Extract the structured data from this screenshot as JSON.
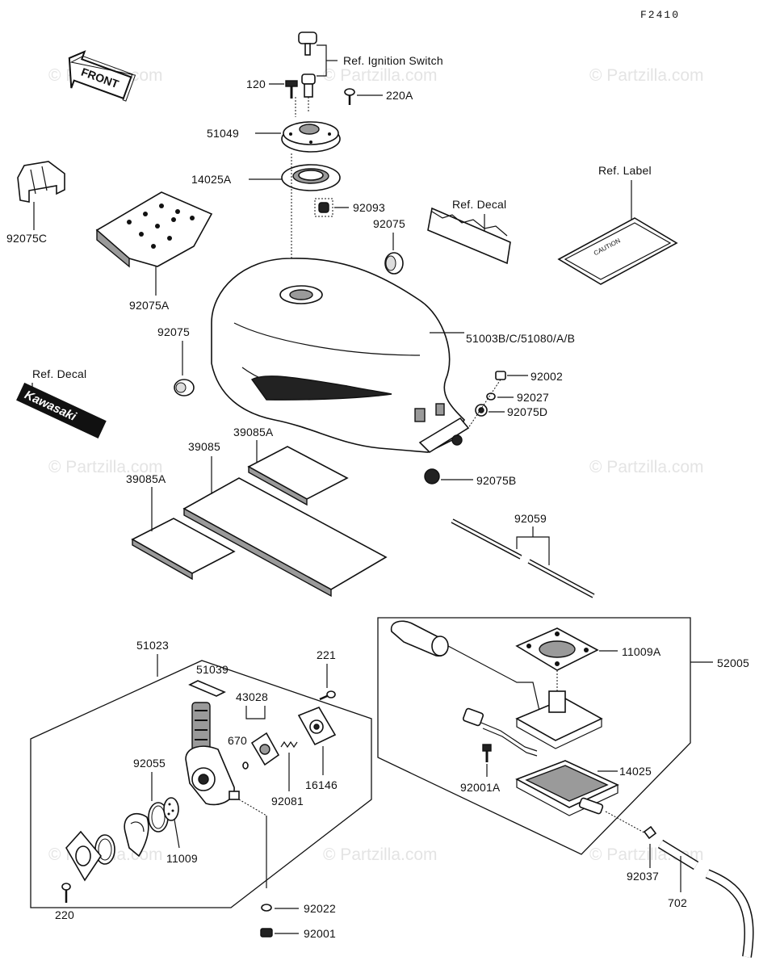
{
  "figure_code": "F2410",
  "watermark": "© Partzilla.com",
  "front_arrow": "FRONT",
  "brand_decal_text": "Kawasaki",
  "label_text": "CAUTION",
  "callouts": {
    "ref_ignition_switch": "Ref. Ignition Switch",
    "p120": "120",
    "p220A": "220A",
    "p51049": "51049",
    "p14025A": "14025A",
    "p92093": "92093",
    "ref_decal_top": "Ref. Decal",
    "p92075_top": "92075",
    "ref_label": "Ref. Label",
    "p92075C": "92075C",
    "p92075A": "92075A",
    "p92075_left": "92075",
    "p51003": "51003B/C/51080/A/B",
    "ref_decal_left": "Ref. Decal",
    "p92002": "92002",
    "p92027": "92027",
    "p92075D": "92075D",
    "p39085A_top": "39085A",
    "p39085": "39085",
    "p39085A_left": "39085A",
    "p92075B": "92075B",
    "p92059": "92059",
    "p51023": "51023",
    "p51039": "51039",
    "p221": "221",
    "p43028": "43028",
    "p670": "670",
    "p92055": "92055",
    "p16146": "16146",
    "p92081": "92081",
    "p11009": "11009",
    "p92022": "92022",
    "p220": "220",
    "p92001": "92001",
    "p11009A": "11009A",
    "p52005": "52005",
    "p14025": "14025",
    "p92001A": "92001A",
    "p92037": "92037",
    "p702": "702"
  }
}
